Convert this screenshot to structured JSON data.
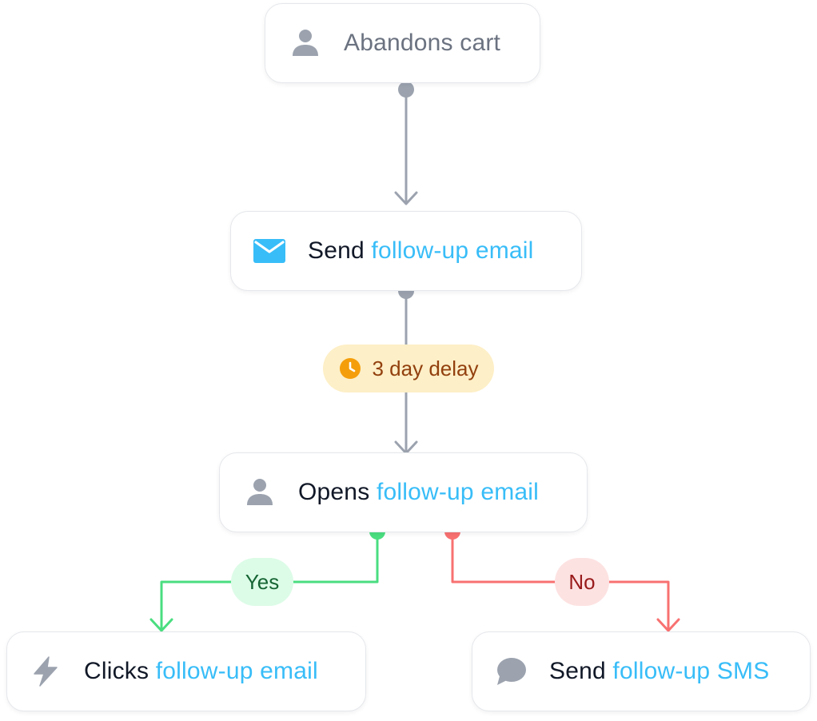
{
  "flow": {
    "trigger": {
      "label": "Abandons cart",
      "icon": "user-icon"
    },
    "send_email": {
      "label_plain": "Send",
      "label_accent": "follow-up email",
      "icon": "envelope-icon"
    },
    "delay": {
      "label": "3 day delay",
      "icon": "clock-icon"
    },
    "opens_email": {
      "label_plain": "Opens",
      "label_accent": "follow-up email",
      "icon": "user-icon"
    },
    "branch_yes": {
      "label": "Yes"
    },
    "branch_no": {
      "label": "No"
    },
    "clicks_email": {
      "label_plain": "Clicks",
      "label_accent": "follow-up email",
      "icon": "lightning-bolt-icon"
    },
    "send_sms": {
      "label_plain": "Send",
      "label_accent": "follow-up SMS",
      "icon": "chat-bubble-icon"
    }
  },
  "colors": {
    "connector": "#9ca3af",
    "accent_text": "#38bdf8",
    "email_icon": "#38bdf8",
    "delay_bg": "#fdefc7",
    "delay_icon": "#f59e0b",
    "delay_text": "#92400e",
    "yes_line": "#4ade80",
    "yes_bg": "#dcfce7",
    "yes_text": "#166534",
    "no_line": "#f87171",
    "no_bg": "#fde2e2",
    "no_text": "#991b1b"
  }
}
